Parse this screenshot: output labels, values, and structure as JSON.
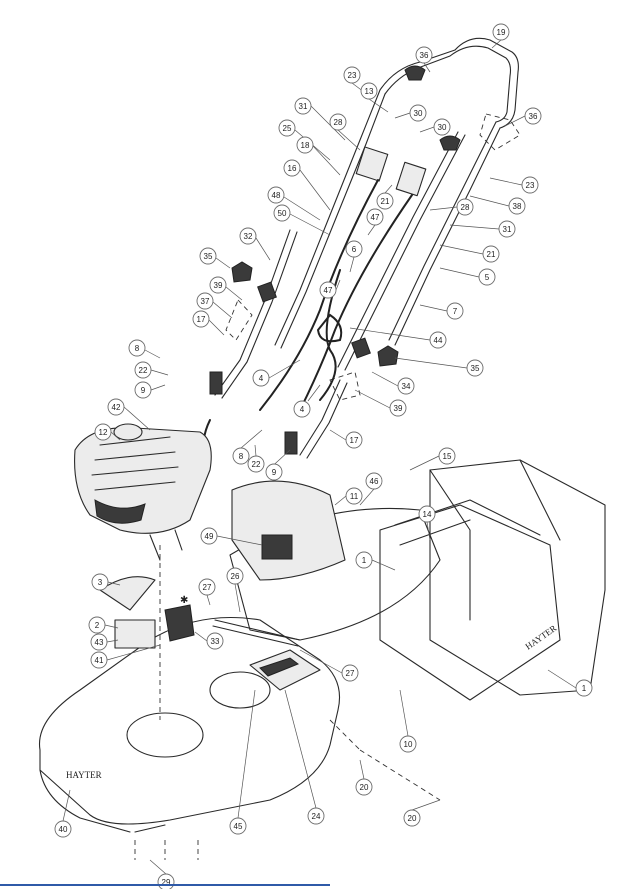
{
  "diagram": {
    "brand_texts": [
      "HAYTER",
      "HAYTER"
    ],
    "marker_symbol": "✱",
    "callouts": [
      {
        "label": "19"
      },
      {
        "label": "36"
      },
      {
        "label": "23"
      },
      {
        "label": "13"
      },
      {
        "label": "30"
      },
      {
        "label": "30"
      },
      {
        "label": "36"
      },
      {
        "label": "31"
      },
      {
        "label": "28"
      },
      {
        "label": "25"
      },
      {
        "label": "18"
      },
      {
        "label": "23"
      },
      {
        "label": "16"
      },
      {
        "label": "21"
      },
      {
        "label": "38"
      },
      {
        "label": "48"
      },
      {
        "label": "28"
      },
      {
        "label": "50"
      },
      {
        "label": "47"
      },
      {
        "label": "31"
      },
      {
        "label": "21"
      },
      {
        "label": "32"
      },
      {
        "label": "6"
      },
      {
        "label": "35"
      },
      {
        "label": "47"
      },
      {
        "label": "5"
      },
      {
        "label": "39"
      },
      {
        "label": "7"
      },
      {
        "label": "37"
      },
      {
        "label": "17"
      },
      {
        "label": "44"
      },
      {
        "label": "8"
      },
      {
        "label": "4"
      },
      {
        "label": "22"
      },
      {
        "label": "35"
      },
      {
        "label": "34"
      },
      {
        "label": "9"
      },
      {
        "label": "42"
      },
      {
        "label": "39"
      },
      {
        "label": "4"
      },
      {
        "label": "12"
      },
      {
        "label": "17"
      },
      {
        "label": "8"
      },
      {
        "label": "22"
      },
      {
        "label": "9"
      },
      {
        "label": "15"
      },
      {
        "label": "46"
      },
      {
        "label": "11"
      },
      {
        "label": "14"
      },
      {
        "label": "49"
      },
      {
        "label": "1"
      },
      {
        "label": "3"
      },
      {
        "label": "27"
      },
      {
        "label": "26"
      },
      {
        "label": "2"
      },
      {
        "label": "43"
      },
      {
        "label": "33"
      },
      {
        "label": "41"
      },
      {
        "label": "27"
      },
      {
        "label": "1"
      },
      {
        "label": "10"
      },
      {
        "label": "20"
      },
      {
        "label": "40"
      },
      {
        "label": "20"
      },
      {
        "label": "45"
      },
      {
        "label": "24"
      },
      {
        "label": "29"
      }
    ]
  }
}
